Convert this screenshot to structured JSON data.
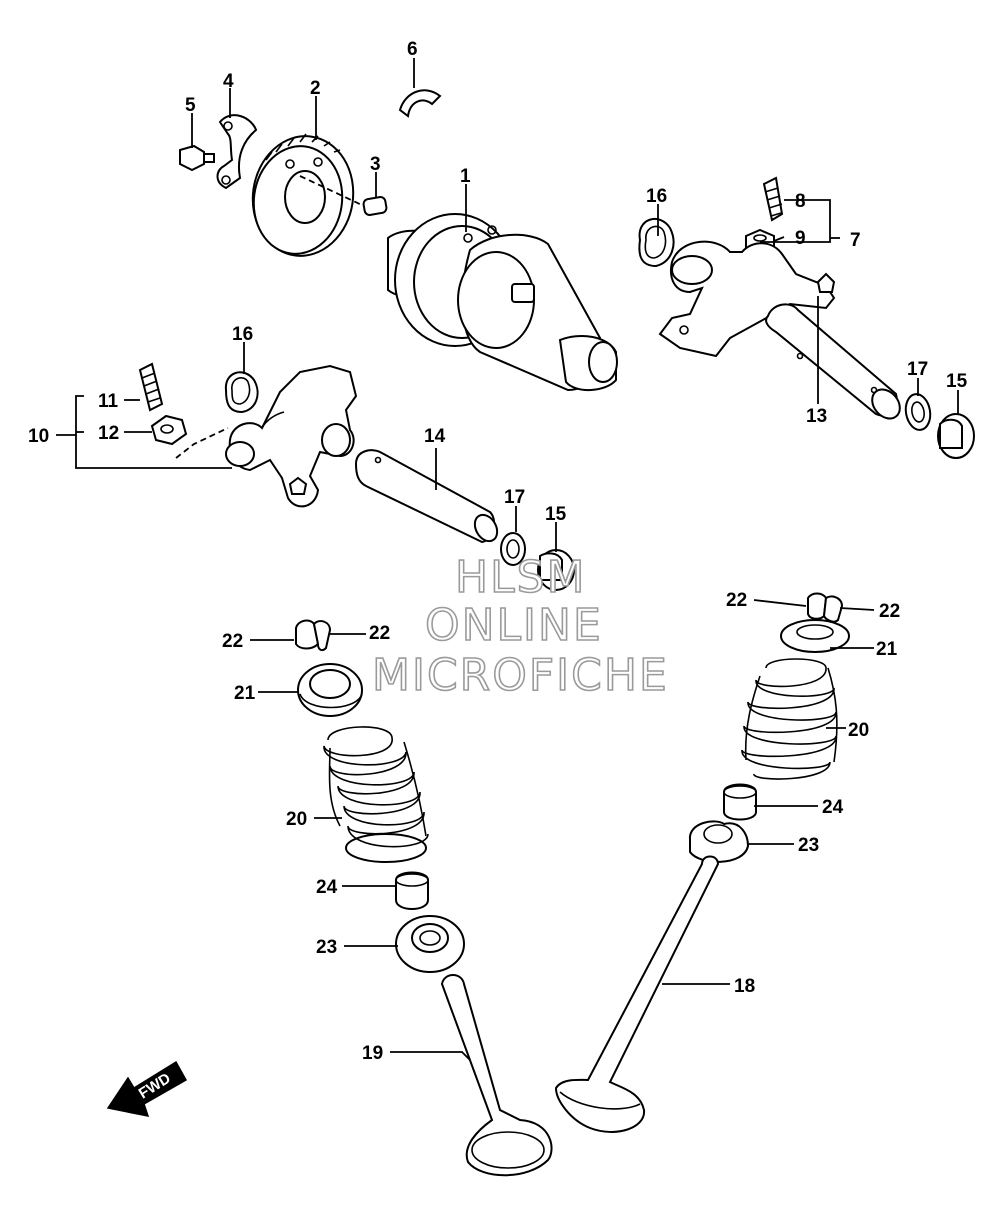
{
  "callouts": {
    "c1": "1",
    "c2": "2",
    "c3": "3",
    "c4": "4",
    "c5": "5",
    "c6": "6",
    "c7": "7",
    "c8": "8",
    "c9": "9",
    "c10": "10",
    "c11": "11",
    "c12": "12",
    "c13": "13",
    "c14": "14",
    "c15a": "15",
    "c15b": "15",
    "c16a": "16",
    "c16b": "16",
    "c17a": "17",
    "c17b": "17",
    "c18": "18",
    "c19": "19",
    "c20a": "20",
    "c20b": "20",
    "c21a": "21",
    "c21b": "21",
    "c22a": "22",
    "c22b": "22",
    "c22c": "22",
    "c22d": "22",
    "c23a": "23",
    "c23b": "23",
    "c24a": "24",
    "c24b": "24"
  },
  "watermark": {
    "line1": "HLSM",
    "line2": "ONLINE",
    "line3": "MICROFICHE"
  },
  "direction_badge": {
    "label": "FWD"
  }
}
